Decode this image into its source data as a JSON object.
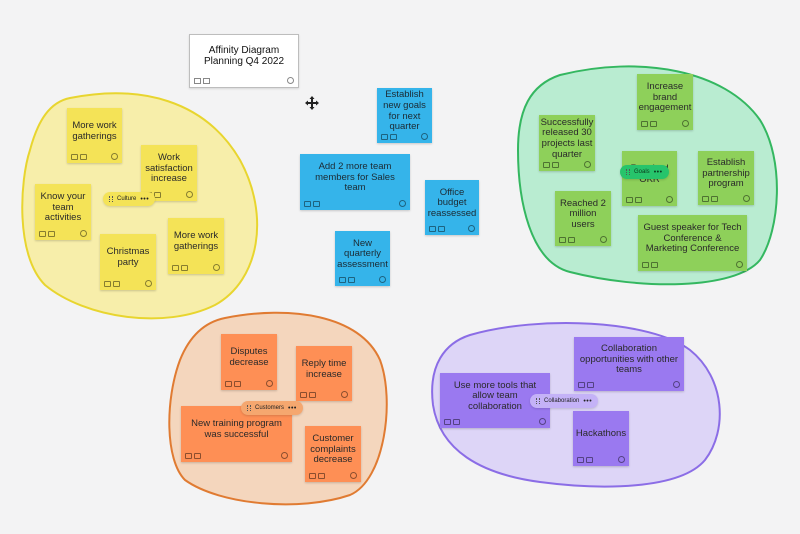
{
  "board_title": "Affinity Diagram Planning Q4 2022",
  "colors": {
    "yellow": "#f4e357",
    "blue": "#35b4ea",
    "green": "#8ed05a",
    "orange": "#fe8f55",
    "purple": "#9a79f0"
  },
  "clusters": {
    "culture": {
      "label": "Culture",
      "notes": [
        "More work gatherings",
        "Work satisfaction increase",
        "Know your team activities",
        "Christmas party",
        "More work gatherings"
      ]
    },
    "ungrouped": {
      "notes": [
        "Establish new goals for next quarter",
        "Add 2 more team members for Sales team",
        "Office budget reassessed",
        "New quarterly assessment"
      ]
    },
    "goals": {
      "label": "Goals",
      "notes": [
        "Increase brand engagement",
        "Successfully released 30 projects last quarter",
        "Reached OKR",
        "Establish partnership program",
        "Reached 2 million users",
        "Guest speaker for Tech Conference & Marketing Conference"
      ]
    },
    "customers": {
      "label": "Customers",
      "notes": [
        "Disputes decrease",
        "Reply time increase",
        "New training program was successful",
        "Customer complaints decrease"
      ]
    },
    "collaboration": {
      "label": "Collaboration",
      "notes": [
        "Collaboration opportunities with other teams",
        "Use more tools that allow team collaboration",
        "Hackathons"
      ]
    }
  },
  "icons": {
    "move": "move-cursor-icon",
    "comment": "comment-icon",
    "check": "check-circle-icon"
  }
}
